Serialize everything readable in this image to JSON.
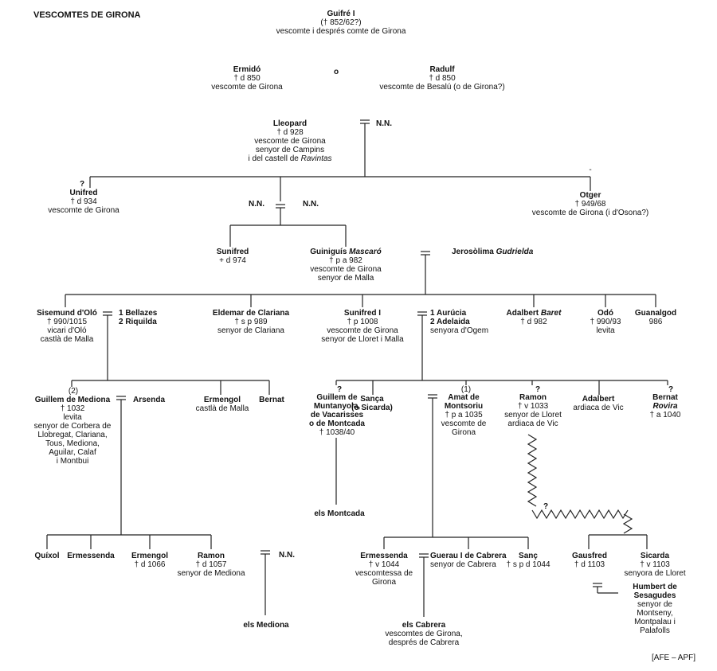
{
  "title": "VESCOMTES DE GIRONA",
  "credit": "[AFE – APF]",
  "connector_or": "o",
  "persons": [
    {
      "id": "guifre",
      "name": "Guifré I",
      "lines": [
        "(† 852/62?)",
        "vescomte i després comte de Girona"
      ]
    },
    {
      "id": "ermido",
      "name": "Ermidó",
      "lines": [
        "† d 850",
        "vescomte de Girona"
      ]
    },
    {
      "id": "radulf",
      "name": "Radulf",
      "lines": [
        "† d 850",
        "vescomte de Besalú (o de Girona?)"
      ]
    },
    {
      "id": "lleopard",
      "name": "Lleopard",
      "lines": [
        "† d 928",
        "vescomte de Girona",
        "senyor de Campins",
        "i del castell de <i>Ravintas</i>"
      ]
    },
    {
      "id": "nn1",
      "name": "N.N.",
      "lines": []
    },
    {
      "id": "unifred",
      "name": "Unifred",
      "lines": [
        "† d 934",
        "vescomte de Girona"
      ]
    },
    {
      "id": "nn2",
      "name": "N.N.",
      "lines": []
    },
    {
      "id": "nn3",
      "name": "N.N.",
      "lines": []
    },
    {
      "id": "otger",
      "name": "Otger",
      "lines": [
        "† 949/68",
        "vescomte de Girona (i d'Osona?)"
      ]
    },
    {
      "id": "sunifred_a",
      "name": "Sunifred",
      "lines": [
        "+ d 974"
      ]
    },
    {
      "id": "guiniguis",
      "name": "Guiniguís <i>Mascaró</i>",
      "lines": [
        "† p a 982",
        "vescomte de Girona",
        "senyor de Malla"
      ]
    },
    {
      "id": "jerosolima",
      "name": "Jerosòlima <i>Gudrielda</i>",
      "lines": []
    },
    {
      "id": "sisemund",
      "name": "Sisemund d'Oló",
      "lines": [
        "† 990/1015",
        "vicari d'Oló",
        "castlà de Malla"
      ]
    },
    {
      "id": "bellazes",
      "name": "1 Bellazes<br>2 Riquilda",
      "lines": []
    },
    {
      "id": "eldemar",
      "name": "Eldemar de Clariana",
      "lines": [
        "† s p 989",
        "senyor de Clariana"
      ]
    },
    {
      "id": "sunifred1",
      "name": "Sunifred I",
      "lines": [
        "† p 1008",
        "vescomte de Girona",
        "senyor de Lloret i Malla"
      ]
    },
    {
      "id": "aurucia",
      "name": "1 Aurúcia<br>2 Adelaida",
      "lines": [
        "senyora d'Ogem"
      ]
    },
    {
      "id": "adalbert_b",
      "name": "Adalbert <i>Baret</i>",
      "lines": [
        "† d 982"
      ]
    },
    {
      "id": "odo",
      "name": "Odó",
      "lines": [
        "† 990/93",
        "levita"
      ]
    },
    {
      "id": "guanalgod",
      "name": "Guanalgod",
      "lines": [
        "986"
      ]
    },
    {
      "id": "guillem_m",
      "name": "Guillem de Mediona",
      "lines": [
        "† 1032",
        "levita",
        "senyor de Corbera de",
        "Llobregat, Clariana,",
        "Tous, Mediona,",
        "Aguilar, Calaf",
        "i Montbui"
      ]
    },
    {
      "id": "arsenda",
      "name": "Arsenda",
      "lines": []
    },
    {
      "id": "ermengol_c",
      "name": "Ermengol",
      "lines": [
        "castlà de Malla"
      ]
    },
    {
      "id": "bernat_a",
      "name": "Bernat",
      "lines": []
    },
    {
      "id": "guillem_mv",
      "name": "Guillem de<br>Muntanyola,<br>de Vacarisses<br>o de Montcada",
      "lines": [
        "† 1038/40"
      ]
    },
    {
      "id": "sanca",
      "name": "Sança<br>(o Sicarda)",
      "lines": []
    },
    {
      "id": "amat",
      "name": "Amat de<br>Montsoriu",
      "lines": [
        "† p a 1035",
        "vescomte de",
        "Girona"
      ]
    },
    {
      "id": "ramon_b",
      "name": "Ramon",
      "lines": [
        "† v 1033",
        "senyor de Lloret",
        "ardiaca de Vic"
      ]
    },
    {
      "id": "adalbert_v",
      "name": "Adalbert",
      "lines": [
        "ardiaca de Vic"
      ]
    },
    {
      "id": "bernat_r",
      "name": "Bernat<br><i>Rovira</i>",
      "lines": [
        "† a 1040"
      ]
    },
    {
      "id": "montcada",
      "name": "els Montcada",
      "lines": []
    },
    {
      "id": "quixol",
      "name": "Quíxol",
      "lines": []
    },
    {
      "id": "ermessenda_a",
      "name": "Ermessenda",
      "lines": []
    },
    {
      "id": "ermengol_d",
      "name": "Ermengol",
      "lines": [
        "† d 1066"
      ]
    },
    {
      "id": "ramon_m",
      "name": "Ramon",
      "lines": [
        "† d 1057",
        "senyor de Mediona"
      ]
    },
    {
      "id": "nn4",
      "name": "N.N.",
      "lines": []
    },
    {
      "id": "mediona",
      "name": "els Mediona",
      "lines": []
    },
    {
      "id": "ermessenda_v",
      "name": "Ermessenda",
      "lines": [
        "† v 1044",
        "vescomtessa de",
        "Girona"
      ]
    },
    {
      "id": "guerau",
      "name": "Guerau I de Cabrera",
      "lines": [
        "senyor de Cabrera"
      ]
    },
    {
      "id": "sanc",
      "name": "Sanç",
      "lines": [
        "† s p d 1044"
      ]
    },
    {
      "id": "cabrera",
      "name": "els Cabrera",
      "lines": [
        "vescomtes de Girona,",
        "després de Cabrera"
      ]
    },
    {
      "id": "gausfred",
      "name": "Gausfred",
      "lines": [
        "† d 1103"
      ]
    },
    {
      "id": "sicarda",
      "name": "Sicarda",
      "lines": [
        "† v 1103",
        "senyora de Lloret"
      ]
    },
    {
      "id": "humbert",
      "name": "Humbert de<br>Sesagudes",
      "lines": [
        "senyor de",
        "Montseny,",
        "Montpalau i",
        "Palafolls"
      ]
    }
  ],
  "marks": {
    "q": "?",
    "n1": "(1)",
    "n2": "(2)",
    "dash": "-"
  }
}
